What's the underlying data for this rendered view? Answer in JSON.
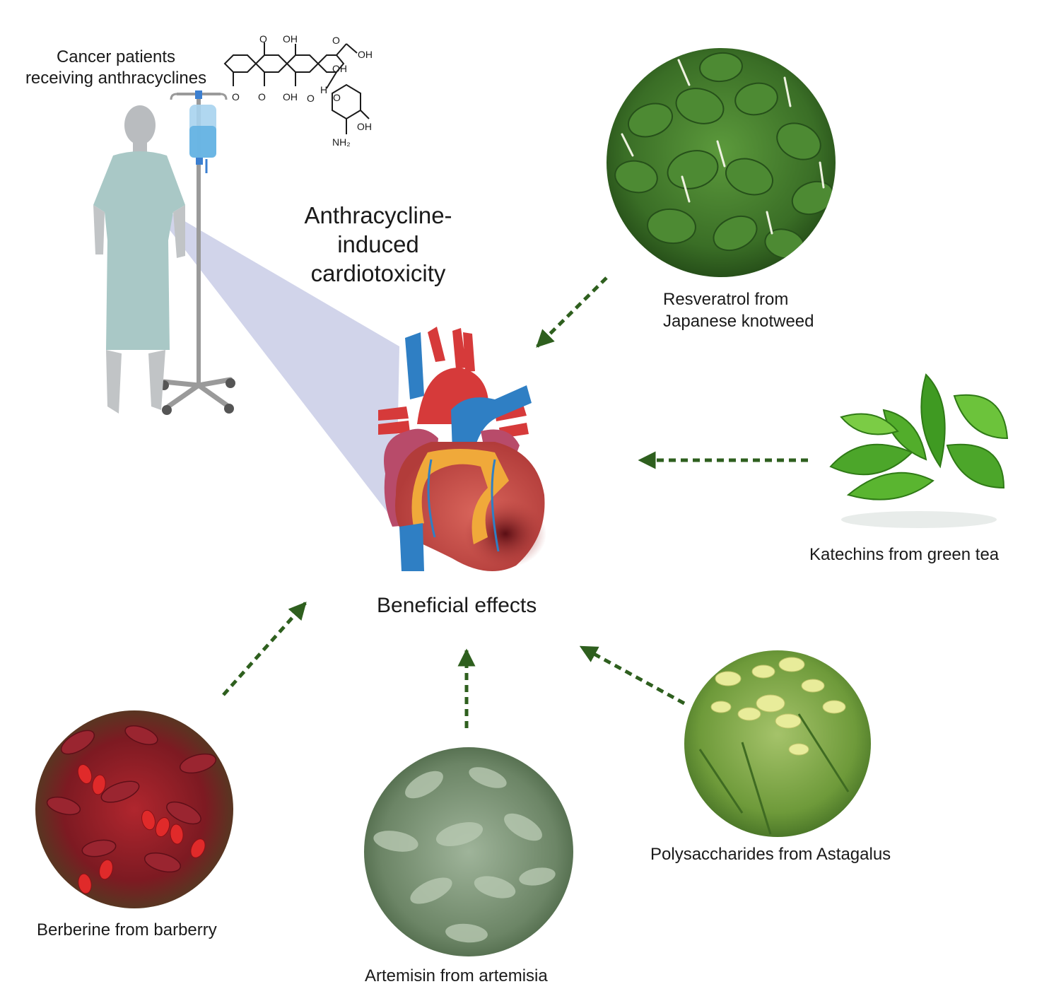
{
  "patient_label": [
    "Cancer patients",
    "receiving anthracyclines"
  ],
  "title": [
    "Anthracycline-",
    "induced",
    "cardiotoxicity"
  ],
  "center_label": "Beneficial effects",
  "molecule_labels": {
    "oh_top": "OH",
    "oh_right": "OH",
    "oh_chain": "OH",
    "oh_bottom": "OH",
    "oh_sugar": "OH",
    "ring_o": "O",
    "glyco_o": "O",
    "methoxy_o": "O",
    "keto_o_top": "O",
    "keto_o_bottom": "O",
    "keto_o_chain": "O",
    "h": "H",
    "amine": "NH₂"
  },
  "sources": [
    {
      "id": "knotweed",
      "label": [
        "Resveratrol from",
        "Japanese knotweed"
      ]
    },
    {
      "id": "green-tea",
      "label": [
        "Katechins from green tea"
      ]
    },
    {
      "id": "astragalus",
      "label": [
        "Polysaccharides from Astagalus"
      ]
    },
    {
      "id": "artemisia",
      "label": [
        "Artemisin from artemisia"
      ]
    },
    {
      "id": "barberry",
      "label": [
        "Berberine from barberry"
      ]
    }
  ],
  "colors": {
    "arrow": "#2e5f1e",
    "gown": "#a9c8c6",
    "beam": "#c9cde6",
    "vessel_blue": "#2f7fc4",
    "vessel_red": "#d63a3a",
    "heart": "#c9514b",
    "fat": "#f0a93a",
    "foliage": "#3f7a2a",
    "berry": "#c0202a"
  }
}
